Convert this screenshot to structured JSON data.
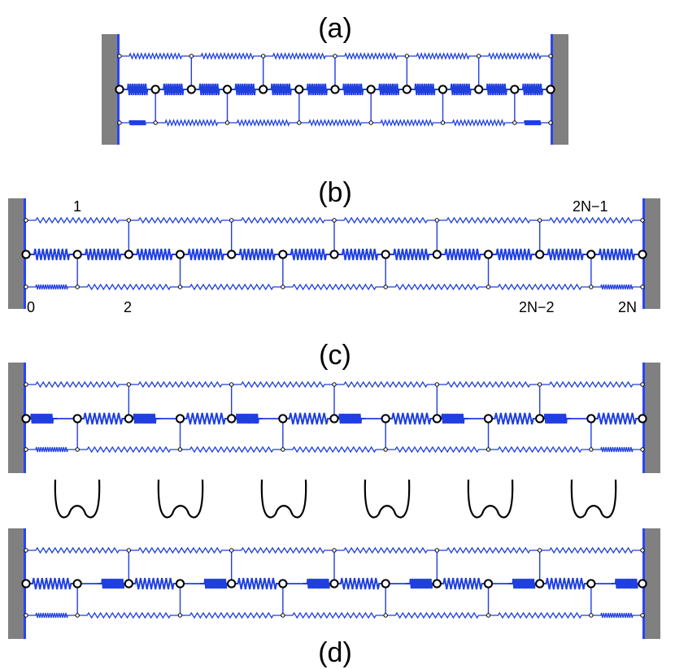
{
  "colors": {
    "spring": "#1f3fe0",
    "wall": "#808080",
    "wall_face": "#2a43ff",
    "mass_fill": "#ffffff",
    "mass_stroke": "#000000",
    "potential": "#000000"
  },
  "panels": [
    {
      "id": "a",
      "label": "(a)",
      "chain_masses": 13,
      "upper_links": [
        2,
        4,
        6,
        8,
        10,
        12
      ],
      "lower_links": [
        1,
        3,
        5,
        7,
        9,
        11
      ],
      "spring_style": "uniform"
    },
    {
      "id": "b",
      "label": "(b)",
      "chain_masses": 13,
      "upper_links": [
        2,
        4,
        6,
        8,
        10,
        12
      ],
      "lower_links": [
        1,
        3,
        5,
        7,
        9,
        11
      ],
      "spring_style": "uniform",
      "node_labels": {
        "top_left": "1",
        "top_right": "2N−1",
        "bottom_0": "0",
        "bottom_2": "2",
        "bottom_2n2": "2N−2",
        "bottom_2n": "2N"
      }
    },
    {
      "id": "c",
      "label": "(c)",
      "chain_masses": 13,
      "upper_links": [
        2,
        4,
        6,
        8,
        10,
        12
      ],
      "lower_links": [
        1,
        3,
        5,
        7,
        9,
        11
      ],
      "spring_style": "alternating-compressed-left"
    },
    {
      "id": "d",
      "label": "(d)",
      "chain_masses": 13,
      "upper_links": [
        2,
        4,
        6,
        8,
        10,
        12
      ],
      "lower_links": [
        1,
        3,
        5,
        7,
        9,
        11
      ],
      "spring_style": "alternating-compressed-right"
    }
  ],
  "double_well_count": 6
}
